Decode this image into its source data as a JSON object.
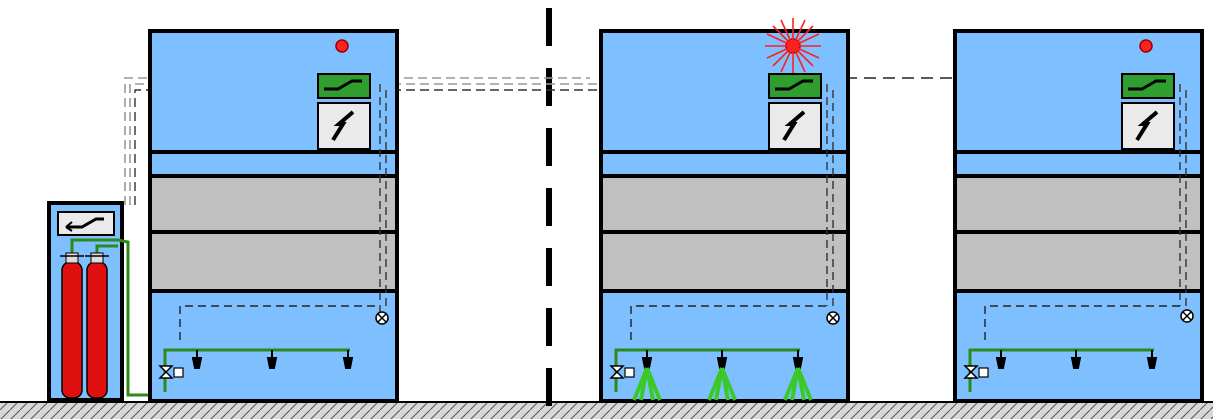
{
  "diagram": {
    "cabinets": [
      {
        "name": "left",
        "alarm": "off",
        "nozzles": "idle"
      },
      {
        "name": "middle",
        "alarm": "on",
        "nozzles": "discharging"
      },
      {
        "name": "right",
        "alarm": "off",
        "nozzles": "idle"
      }
    ],
    "gas_unit": {
      "cylinders": 2
    },
    "colors": {
      "cabinet_fill": "#7ec0ff",
      "shelf_fill": "#c0c0c0",
      "outline": "#000000",
      "pipe": "#2b8a1a",
      "discharge": "#3cc82a",
      "cylinder": "#e01010",
      "alarm_lamp": "#ff2020",
      "button_green": "#2f9e2f",
      "ground_hatch": "#555555"
    },
    "icons": [
      "manual-release-icon",
      "alarm-lamp-icon",
      "electric-panel-icon",
      "solenoid-valve-icon",
      "sensor-icon",
      "nozzle-icon"
    ]
  }
}
